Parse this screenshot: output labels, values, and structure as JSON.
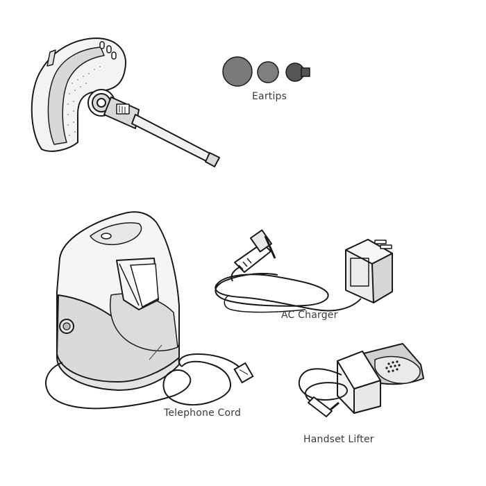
{
  "labels": {
    "eartips": "Eartips",
    "ac_charger": "AC Charger",
    "telephone_cord": "Telephone Cord",
    "handset_lifter": "Handset Lifter"
  },
  "items": [
    {
      "name": "headset",
      "icon": "headset-icon"
    },
    {
      "name": "eartips",
      "icon": "eartip-icon",
      "count": 3
    },
    {
      "name": "base",
      "icon": "base-station-icon"
    },
    {
      "name": "ac-charger",
      "icon": "power-adapter-icon"
    },
    {
      "name": "telephone-cord",
      "icon": "phone-cord-icon"
    },
    {
      "name": "handset-lifter",
      "icon": "handset-lifter-icon"
    }
  ],
  "colors": {
    "outline": "#1a1a1a",
    "fill_light": "#f4f4f4",
    "fill_mid": "#d9d9d9",
    "eartip_dark": "#5a5a5a",
    "eartip_mid": "#7a7a7a"
  }
}
